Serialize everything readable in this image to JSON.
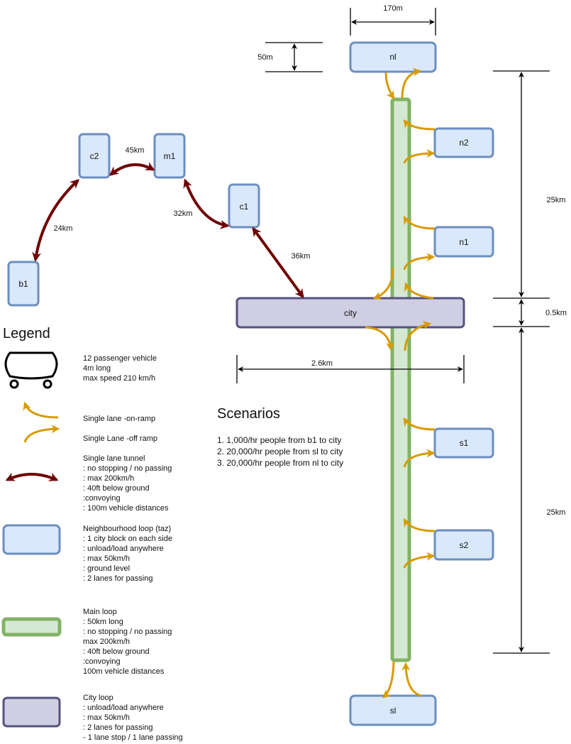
{
  "colors": {
    "taz_fill": "#dae8fc",
    "taz_stroke": "#6c8ebf",
    "main_fill": "#d5e8d4",
    "main_stroke": "#82b366",
    "city_fill": "#d0cee2",
    "city_stroke": "#56517e",
    "tunnel": "#6f0000",
    "ramp": "#d79b00"
  },
  "nodes": {
    "nl": "nl",
    "n2": "n2",
    "n1": "n1",
    "s1": "s1",
    "s2": "s2",
    "sl": "sl",
    "c2": "c2",
    "m1": "m1",
    "c1": "c1",
    "b1": "b1",
    "city": "city"
  },
  "distances": {
    "width_nl": "170m",
    "height_nl": "50m",
    "north_length": "25km",
    "city_gap": "0.5km",
    "south_length": "25km",
    "city_width": "2.6km",
    "c2_m1": "45km",
    "b1_c2": "24km",
    "m1_c1": "32km",
    "c1_city": "36km"
  },
  "legend": {
    "title": "Legend",
    "vehicle": [
      "12 passenger vehicle",
      "4m long",
      "max speed 210 km/h"
    ],
    "on_ramp": "Single lane -on-ramp",
    "off_ramp": "Single Lane -off ramp",
    "tunnel": [
      "Single lane tunnel",
      ": no stopping / no passing",
      ": max 200km/h",
      ": 40ft below ground",
      ":convoying",
      ": 100m vehicle distances"
    ],
    "taz": [
      "Neighbourhood loop (taz)",
      ": 1 city block on each side",
      ": unload/load anywhere",
      ": max 50km/h",
      ": ground level",
      ": 2 lanes for passing"
    ],
    "main": [
      "Main loop",
      ": 50km long",
      ": no stopping / no passing",
      "max 200km/h",
      ": 40ft below ground",
      ":convoying",
      "100m vehicle distances"
    ],
    "city": [
      "City loop",
      ": unload/load anywhere",
      ": max 50km/h",
      ": 2 lanes for passing",
      "- 1 lane stop / 1 lane passing"
    ]
  },
  "scenarios": {
    "title": "Scenarios",
    "items": [
      "1. 1,000/hr people from b1 to city",
      "2. 20,000/hr people from sl to city",
      "3. 20,000/hr people from nl to city"
    ]
  }
}
